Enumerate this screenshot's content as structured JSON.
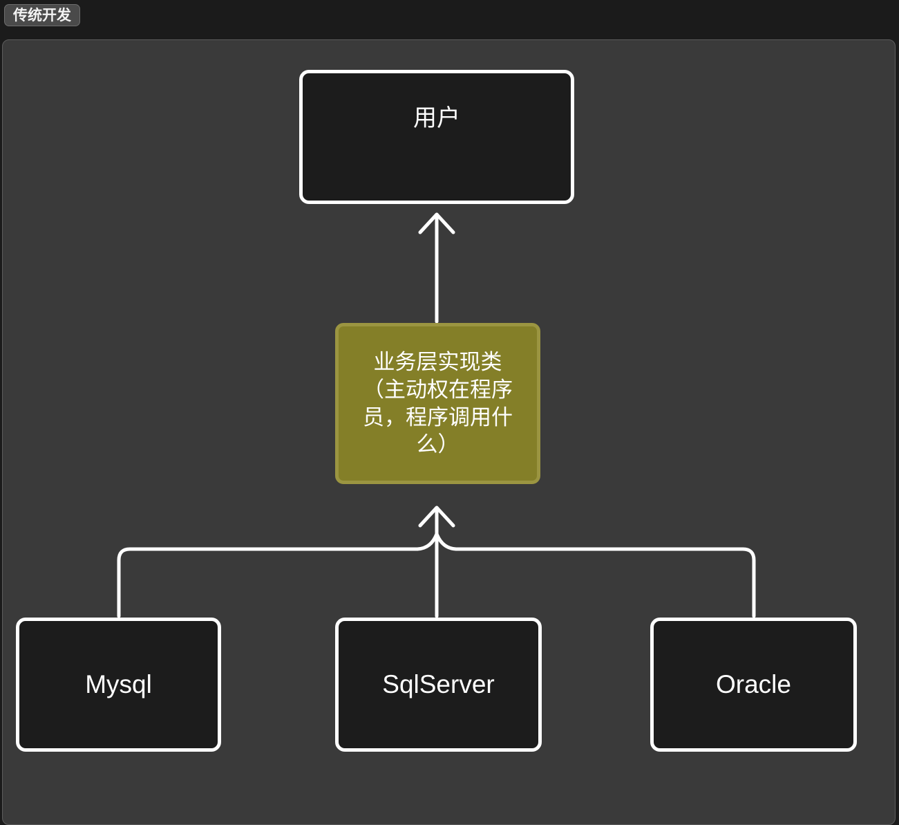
{
  "window": {
    "background_color": "#1b1b1b"
  },
  "tabs": [
    {
      "id": "tab-traditional-development",
      "label": "传统开发",
      "active": true
    }
  ],
  "panel": {
    "background_color": "#3a3a3a",
    "border_color": "#5d5d5d"
  },
  "diagram": {
    "type": "flowchart",
    "direction": "bottom-to-top",
    "edge_color": "#ffffff",
    "nodes": [
      {
        "id": "user",
        "label": "用户",
        "fill": "#1c1c1c",
        "stroke": "#ffffff"
      },
      {
        "id": "service",
        "label": "业务层实现类\n（主动权在程序\n员，程序调用什\n么）",
        "fill": "#847f28",
        "stroke": "#9b9541"
      },
      {
        "id": "mysql",
        "label": "Mysql",
        "fill": "#1c1c1c",
        "stroke": "#ffffff"
      },
      {
        "id": "sqlserver",
        "label": "SqlServer",
        "fill": "#1c1c1c",
        "stroke": "#ffffff"
      },
      {
        "id": "oracle",
        "label": "Oracle",
        "fill": "#1c1c1c",
        "stroke": "#ffffff"
      }
    ],
    "edges": [
      {
        "id": "edge-service-user",
        "from": "service",
        "to": "user",
        "arrow": "open-chevron"
      },
      {
        "id": "edge-mysql-service",
        "from": "mysql",
        "to": "service",
        "arrow": "open-chevron"
      },
      {
        "id": "edge-sqlserver-service",
        "from": "sqlserver",
        "to": "service",
        "arrow": "open-chevron"
      },
      {
        "id": "edge-oracle-service",
        "from": "oracle",
        "to": "service",
        "arrow": "open-chevron"
      }
    ]
  }
}
